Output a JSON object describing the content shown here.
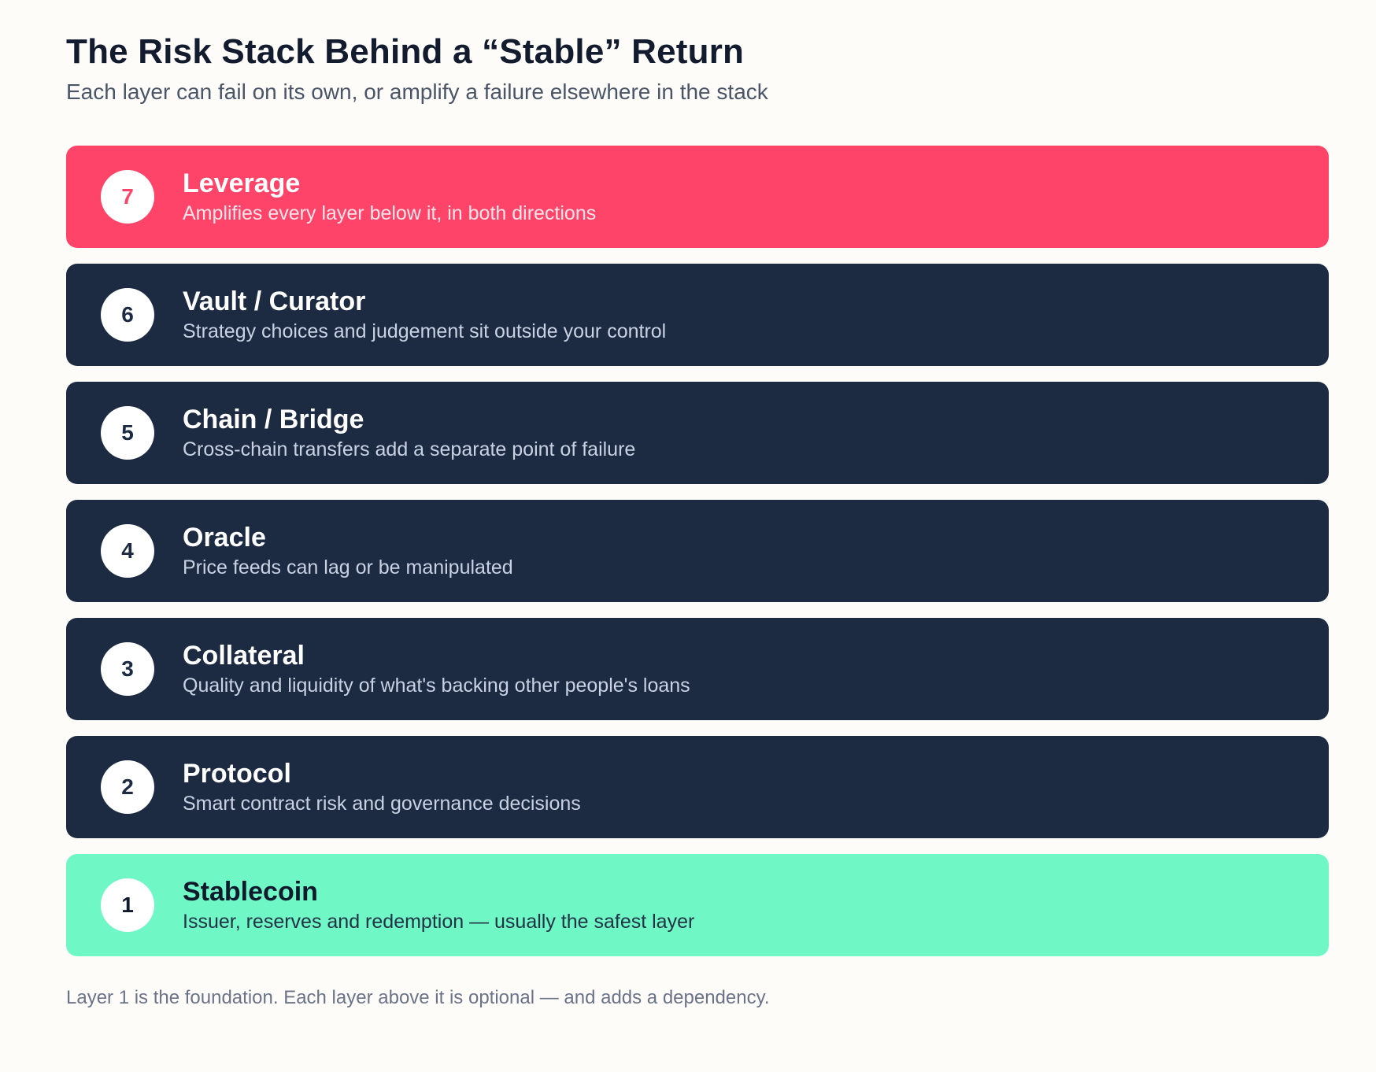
{
  "header": {
    "title": "The Risk Stack Behind a “Stable” Return",
    "subtitle": "Each layer can fail on its own, or amplify a failure elsewhere in the stack"
  },
  "colors": {
    "danger": "#ff4469",
    "neutral": "#1c2a42",
    "safe": "#6ff7c6",
    "badge_bg": "#ffffff",
    "text_light": "#ffffff",
    "desc_light": "#c9d2e3",
    "desc_on_danger": "#ffe4ea",
    "text_dark": "#0f1b2d",
    "desc_dark": "#243246"
  },
  "layers": [
    {
      "number": "7",
      "name": "Leverage",
      "description": "Amplifies every layer below it, in both directions",
      "tone": "danger"
    },
    {
      "number": "6",
      "name": "Vault / Curator",
      "description": "Strategy choices and judgement sit outside your control",
      "tone": "neutral"
    },
    {
      "number": "5",
      "name": "Chain / Bridge",
      "description": "Cross-chain transfers add a separate point of failure",
      "tone": "neutral"
    },
    {
      "number": "4",
      "name": "Oracle",
      "description": "Price feeds can lag or be manipulated",
      "tone": "neutral"
    },
    {
      "number": "3",
      "name": "Collateral",
      "description": "Quality and liquidity of what's backing other people's loans",
      "tone": "neutral"
    },
    {
      "number": "2",
      "name": "Protocol",
      "description": "Smart contract risk and governance decisions",
      "tone": "neutral"
    },
    {
      "number": "1",
      "name": "Stablecoin",
      "description": "Issuer, reserves and redemption — usually the safest layer",
      "tone": "safe"
    }
  ],
  "footnote": "Layer 1 is the foundation. Each layer above it is optional — and adds a dependency."
}
